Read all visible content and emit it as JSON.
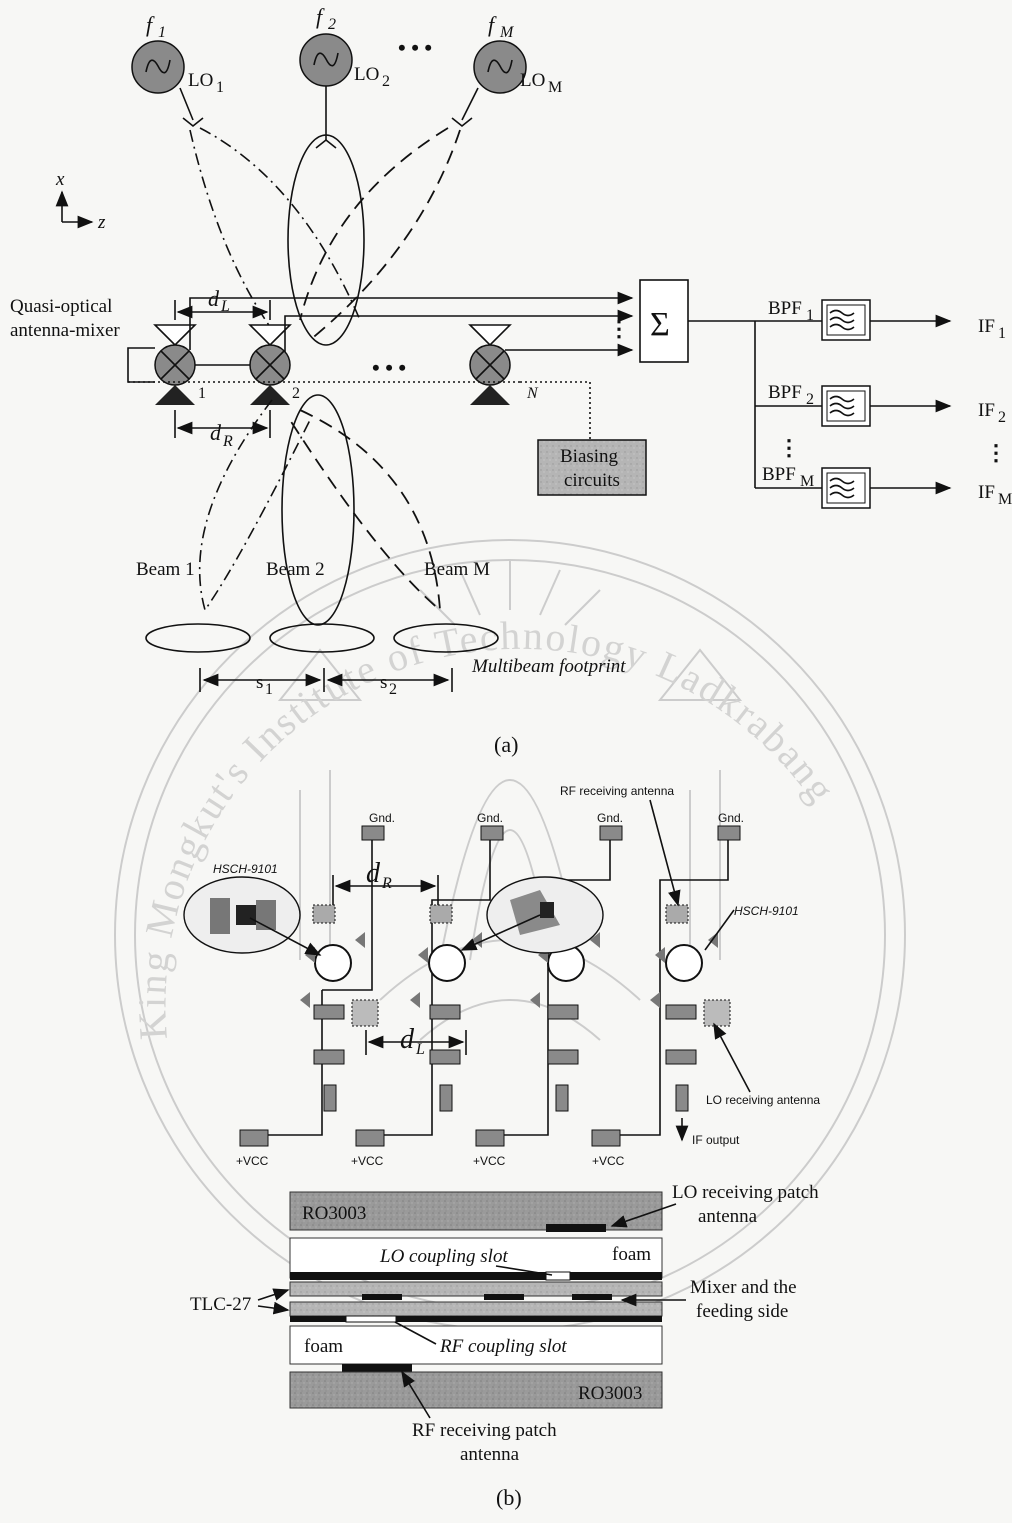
{
  "top": {
    "f1": "f",
    "f1_sub": "1",
    "f2": "f",
    "f2_sub": "2",
    "fm": "f",
    "fm_sub": "M",
    "lo1": "LO",
    "lo1_sub": "1",
    "lo2": "LO",
    "lo2_sub": "2",
    "lom": "LO",
    "lom_sub": "M",
    "dots": "• • •"
  },
  "axes": {
    "x": "x",
    "z": "z"
  },
  "mixer": {
    "label_line1": "Quasi-optical",
    "label_line2": "antenna-mixer",
    "dL": "d",
    "dL_sub": "L",
    "dR": "d",
    "dR_sub": "R",
    "n1": "1",
    "n2": "2",
    "nN": "N",
    "sum": "Σ",
    "biasing_line1": "Biasing",
    "biasing_line2": "circuits"
  },
  "outputs": {
    "bpf1": "BPF",
    "bpf1_sub": "1",
    "bpf2": "BPF",
    "bpf2_sub": "2",
    "bpfm": "BPF",
    "bpfm_sub": "M",
    "if1": "IF",
    "if1_sub": "1",
    "if2": "IF",
    "if2_sub": "2",
    "ifm": "IF",
    "ifm_sub": "M"
  },
  "beams": {
    "beam1": "Beam 1",
    "beam2": "Beam 2",
    "beamm": "Beam M",
    "footprint": "Multibeam footprint",
    "s1": "s",
    "s1_sub": "1",
    "s2": "s",
    "s2_sub": "2"
  },
  "captions": {
    "a": "(a)",
    "b": "(b)"
  },
  "layout_b": {
    "gnd": "Gnd.",
    "vcc": "+VCC",
    "hsch_left": "HSCH-9101",
    "hsch_right": "HSCH-9101",
    "rf_rx_antenna": "RF receiving antenna",
    "lo_rx_antenna": "LO receiving antenna",
    "if_output": "IF output",
    "dR": "d",
    "dR_sub": "R",
    "dL": "d",
    "dL_sub": "L"
  },
  "stack": {
    "ro3003_top": "RO3003",
    "lo_patch_line1": "LO receiving patch",
    "lo_patch_line2": "antenna",
    "lo_slot": "LO coupling slot",
    "foam_top": "foam",
    "mixer_feed_line1": "Mixer and the",
    "mixer_feed_line2": "feeding side",
    "tlc27": "TLC-27",
    "foam_bottom": "foam",
    "rf_slot": "RF coupling slot",
    "ro3003_bottom": "RO3003",
    "rf_patch_line1": "RF receiving patch",
    "rf_patch_line2": "antenna"
  },
  "watermark": {
    "text_left": "King Mongkut's Institute of Technology Ladkrabang"
  }
}
